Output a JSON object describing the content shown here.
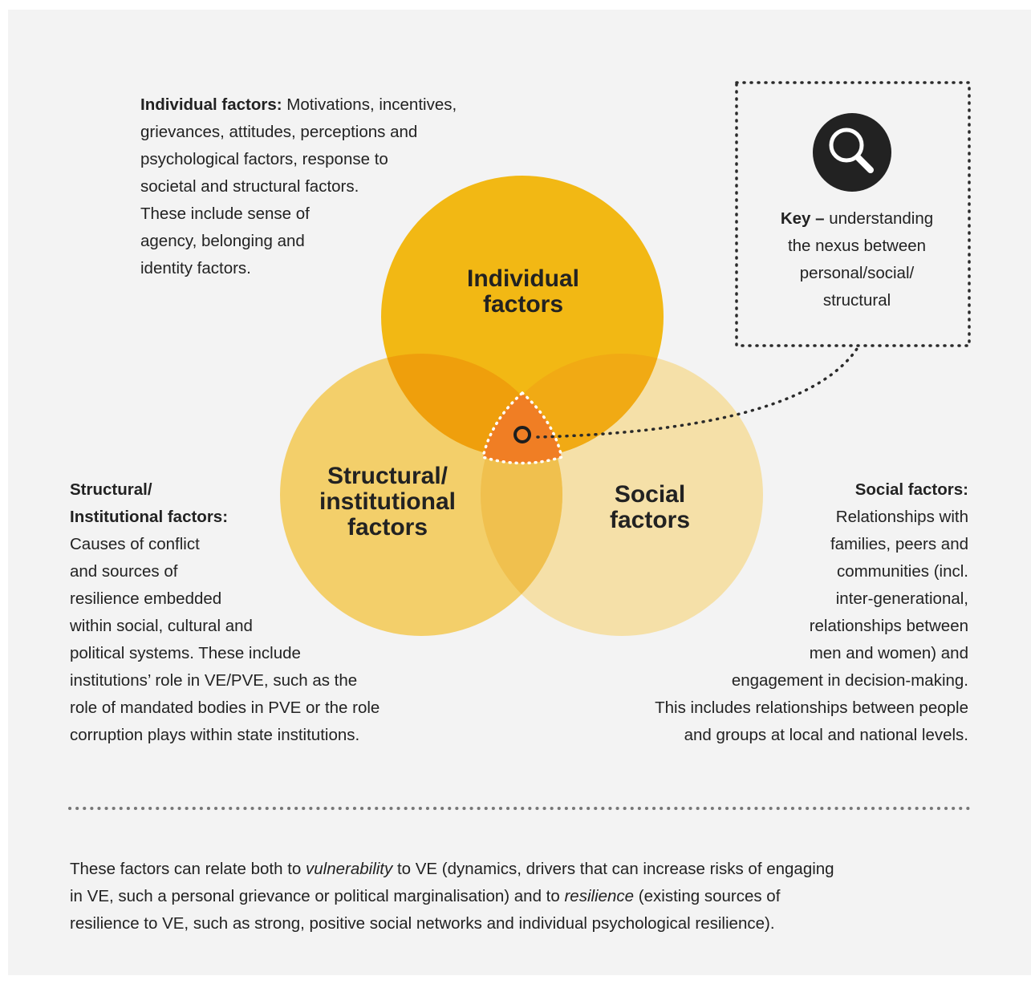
{
  "individual": {
    "heading": "Individual factors:",
    "lines": [
      " Motivations, incentives,",
      "grievances, attitudes, perceptions and",
      "psychological factors, response to",
      "societal and structural factors.",
      "These include sense of",
      "agency, belonging and",
      "identity factors."
    ]
  },
  "structural": {
    "heading_lines": [
      "Structural/",
      "Institutional factors:"
    ],
    "lines": [
      "Causes of conflict",
      "and sources of",
      "resilience embedded",
      "within social, cultural and",
      "political systems. These include",
      "institutions’ role in VE/PVE, such as the",
      "role of mandated bodies in PVE or the role",
      "corruption plays within state institutions."
    ]
  },
  "social": {
    "heading": "Social factors:",
    "lines": [
      "Relationships with",
      "families, peers and",
      "communities (incl.",
      "inter-generational,",
      "relationships between",
      "men and women) and",
      "engagement in decision-making.",
      "This includes relationships between people",
      "and groups at local and national levels."
    ]
  },
  "circles": {
    "individual_line1": "Individual",
    "individual_line2": "factors",
    "structural_line1": "Structural/",
    "structural_line2": "institutional",
    "structural_line3": "factors",
    "social_line1": "Social",
    "social_line2": "factors",
    "colors": {
      "individual": "#f2b814",
      "structural": "#f3cf6a",
      "social": "#f5e0a8",
      "center": "#f07e24"
    }
  },
  "key": {
    "icon": "magnifier-icon",
    "bold": "Key –",
    "line1_rest": " understanding",
    "line2": "the nexus between",
    "line3": "personal/social/",
    "line4": "structural"
  },
  "footer": {
    "l1_a": "These factors can relate both to ",
    "l1_em": "vulnerability",
    "l1_b": " to VE (dynamics, drivers that can increase risks of engaging",
    "l2_a": "in VE, such a personal grievance or political marginalisation) and to ",
    "l2_em": "resilience",
    "l2_b": " (existing sources of",
    "l3": "resilience to VE, such as strong, positive social networks and individual psychological resilience)."
  }
}
